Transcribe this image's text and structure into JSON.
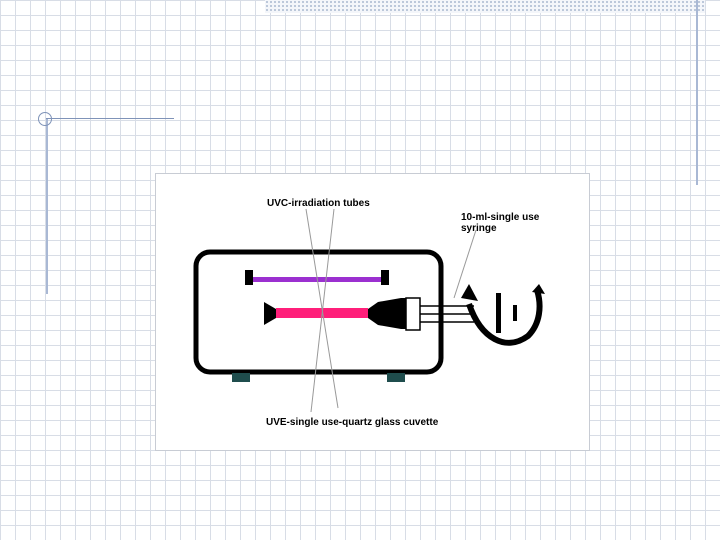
{
  "diagram": {
    "labels": {
      "uvc_tubes": "UVC-irradiation tubes",
      "syringe": "10-ml-single use syringe",
      "cuvette": "UVE-single use-quartz glass cuvette"
    },
    "colors": {
      "uvc_tube": "#9b30d0",
      "cuvette": "#ff1f7a",
      "device_feet": "#1f4d4d",
      "outline": "#000000"
    }
  }
}
